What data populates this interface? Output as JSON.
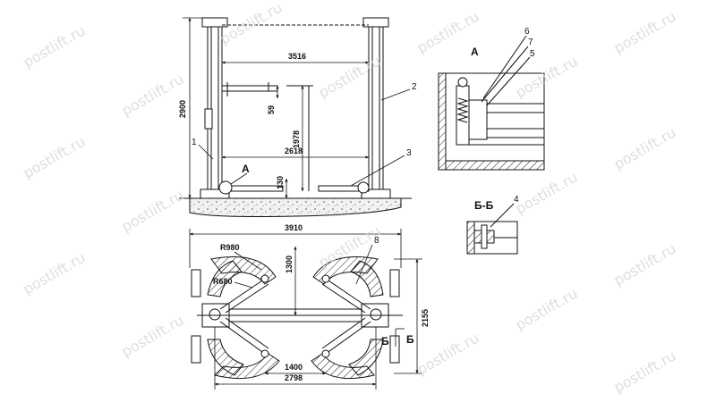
{
  "watermark": "postlift.ru",
  "front_view": {
    "dimensions": {
      "outer_width": "3516",
      "height": "2900",
      "lift_height": "1978",
      "arm_offset": "59",
      "inner_width": "2618",
      "min_height": "130"
    },
    "callouts": [
      "1",
      "2",
      "3"
    ],
    "detail_marker": "A"
  },
  "detail_a": {
    "title": "A",
    "callouts": [
      "6",
      "7",
      "5"
    ]
  },
  "section_bb": {
    "title": "Б-Б",
    "callout": "4"
  },
  "plan_view": {
    "dimensions": {
      "overall_width": "3910",
      "outer_radius": "R980",
      "inner_radius": "R680",
      "arm_length": "1300",
      "depth": "2155",
      "arm_spacing": "1400",
      "base_width": "2798"
    },
    "callout": "8",
    "section_marks": [
      "Б",
      "Б"
    ]
  }
}
